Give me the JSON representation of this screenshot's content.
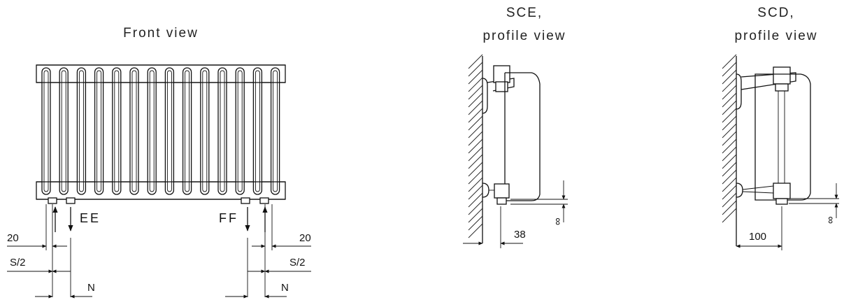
{
  "titles": {
    "front": "Front view",
    "sce_line1": "SCE,",
    "sce_line2": "profile view",
    "scd_line1": "SCD,",
    "scd_line2": "profile view"
  },
  "front_labels": {
    "ee": "EE",
    "ff": "FF",
    "left_offset": "20",
    "right_offset": "20",
    "left_half_spacing": "S/2",
    "right_half_spacing": "S/2",
    "left_n": "N",
    "right_n": "N"
  },
  "sce_labels": {
    "wall_distance": "38",
    "height_symbol": "∞"
  },
  "scd_labels": {
    "wall_distance": "100",
    "height_symbol": "∞"
  },
  "radiator": {
    "column_count": 14
  }
}
